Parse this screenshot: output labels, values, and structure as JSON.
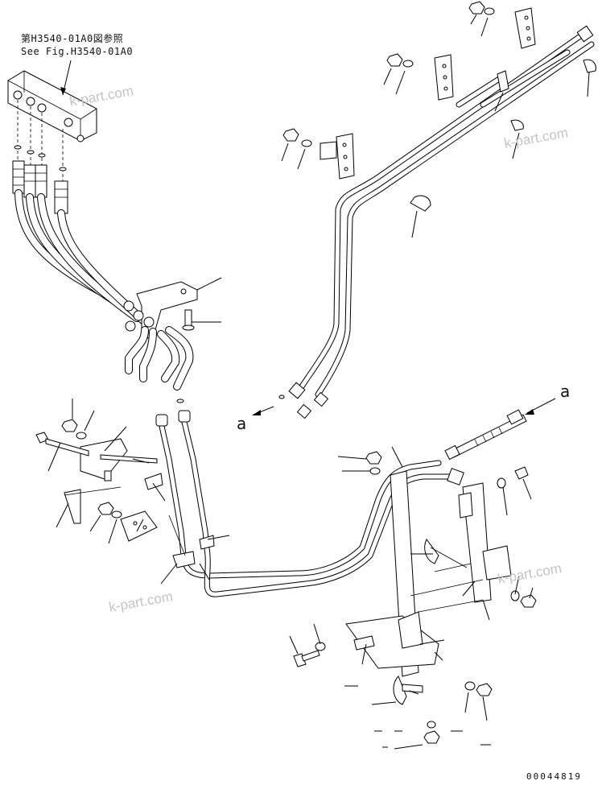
{
  "reference": {
    "line1": "第H3540-01A0図参照",
    "line2": "See Fig.H3540-01A0"
  },
  "markers": {
    "left_a": "a",
    "right_a": "a"
  },
  "watermarks": [
    "k-part.com",
    "k-part.com",
    "k-part.com",
    "k-part.com"
  ],
  "drawing_code": "00044819"
}
